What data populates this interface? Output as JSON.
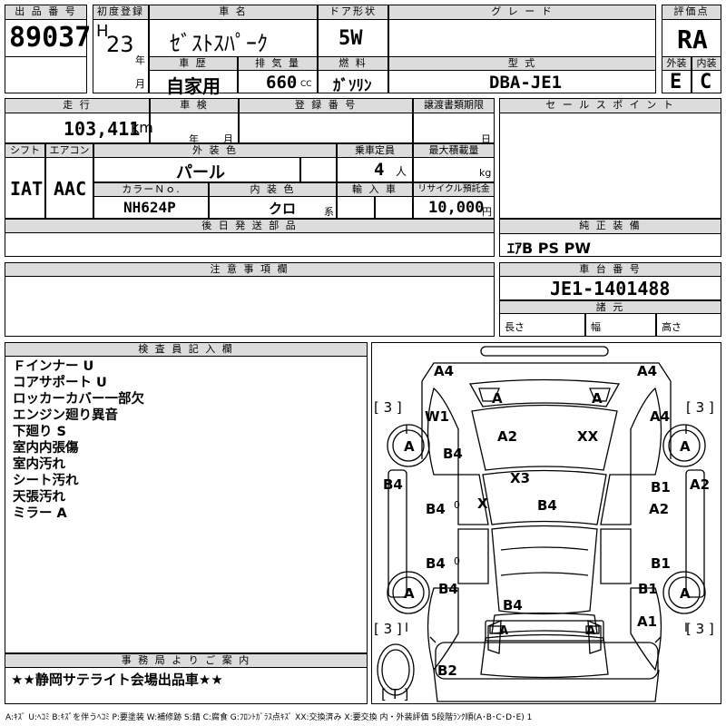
{
  "header": {
    "lot_no_label": "出 品 番 号",
    "lot_no": "89037",
    "reg_label": "初度登録",
    "era": "H",
    "year": "23",
    "year_unit": "年",
    "month_unit": "月",
    "car_name_label": "車 名",
    "car_name": "ｾﾞｽﾄｽﾊﾟｰｸ",
    "door_label": "ドア形状",
    "door": "5W",
    "grade_label": "グ レ ー ド",
    "grade": "",
    "score_label": "評価点",
    "score": "RA",
    "history_label": "車 歴",
    "history": "自家用",
    "displacement_label": "排 気 量",
    "displacement": "660",
    "cc": "CC",
    "fuel_label": "燃 料",
    "fuel": "ｶﾞｿﾘﾝ",
    "model_label": "型 式",
    "model": "DBA-JE1",
    "exterior_label": "外装",
    "exterior": "E",
    "interior_label": "内装",
    "interior": "C"
  },
  "details": {
    "mileage_label": "走 行",
    "mileage": "103,411",
    "km": "km",
    "inspection_label": "車 検",
    "year_unit": "年",
    "month_unit": "月",
    "day_unit": "日",
    "regno_label": "登 録 番 号",
    "transfer_label": "譲渡書類期限",
    "shift_label": "シフト",
    "shift": "IAT",
    "ac_label": "エアコン",
    "ac": "AAC",
    "color_label": "外 装 色",
    "color": "パール",
    "capacity_label": "乗車定員",
    "capacity": "4",
    "capacity_unit": "人",
    "load_label": "最大積載量",
    "load_unit": "kg",
    "colorno_label": "カラーＮｏ.",
    "colorno": "NH624P",
    "interior_color_label": "内 装 色",
    "interior_color": "クロ",
    "interior_unit": "系",
    "import_label": "輸 入 車",
    "recycle_label": "リサイクル預託金",
    "recycle": "10,000",
    "yen": "円",
    "later_label": "後 日 発 送 部 品",
    "caution_label": "注 意 事 項 欄"
  },
  "sales_points": {
    "label": "セ ー ル ス ポ イ ン ト",
    "text": ""
  },
  "equipment": {
    "label": "純 正 装 備",
    "text": "ｴｱB PS PW"
  },
  "chassis": {
    "label": "車 台 番 号",
    "value": "JE1-1401488",
    "dims_label": "諸 元",
    "length": "長さ",
    "width": "幅",
    "height": "高さ"
  },
  "inspector": {
    "label": "検 査 員 記 入 欄",
    "notes": [
      "Ｆインナー U",
      "コアサポート U",
      "ロッカーカバー一部欠",
      "エンジン廻り異音",
      "下廻り S",
      "室内内張傷",
      "室内汚れ",
      "シート汚れ",
      "天張汚れ",
      "ミラー A"
    ]
  },
  "office": {
    "label": "事 務 局 よ り ご 案 内",
    "text": "★★静岡サテライト会場出品車★★"
  },
  "diagram": {
    "marks": {
      "a4_tl": "A4",
      "a4_tr": "A4",
      "a_fl": "A",
      "a_fr": "A",
      "w1": "W1",
      "a4_r": "A4",
      "a2_hood": "A2",
      "xx": "XX",
      "b4_fender": "B4",
      "x3": "X3",
      "b4_l_rocker": "B4",
      "b1_r1": "B1",
      "a2_r": "A2",
      "b4_fl_door": "B4",
      "x": "X",
      "b4_roof": "B4",
      "b4_rl_door": "B4",
      "b1_rr_door": "B1",
      "b4_rear_fender": "B4",
      "b1_rear_fender": "B1",
      "b4_trunk": "B4",
      "a1": "A1",
      "a_rl": "A",
      "a_rr": "A",
      "b2": "B2",
      "a_wheel_fl": "A",
      "a_wheel_fr": "A",
      "a_wheel_rl": "A",
      "a_wheel_rr": "A",
      "o1": "0",
      "o2": "0"
    },
    "tire_fl": "[ 3 ]",
    "tire_fr": "[ 3 ]",
    "tire_rl": "[ 3 ]",
    "tire_rr": "[ 3 ]",
    "spare": "[ T ]"
  },
  "legend": "A:ｷｽﾞ U:ﾍｺﾐ B:ｷｽﾞを伴うﾍｺﾐ P:要塗装 W:補修跡 S:錆 C:腐食 G:ﾌﾛﾝﾄｶﾞﾗｽ点ｷｽﾞ XX:交換済み X:要交換 内・外装評価 5段階ﾗﾝｸ順(A･B･C･D･E) 1"
}
